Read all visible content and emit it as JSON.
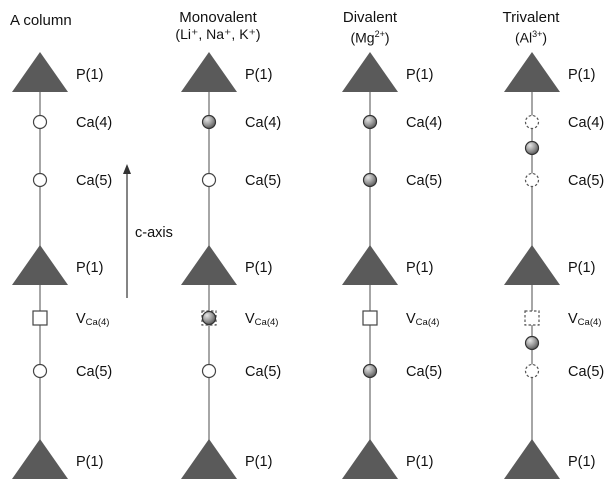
{
  "headers": {
    "a_column": "A column",
    "monovalent_title": "Monovalent",
    "monovalent_ions": "(Li⁺, Na⁺, K⁺)",
    "divalent_title": "Divalent",
    "divalent_ions_prefix": "(Mg",
    "divalent_ions_sup": "2+",
    "divalent_ions_suffix": ")",
    "trivalent_title": "Trivalent",
    "trivalent_ions_prefix": "(Al",
    "trivalent_ions_sup": "3+",
    "trivalent_ions_suffix": ")"
  },
  "axis_label": "c-axis",
  "site_labels": {
    "p1": "P(1)",
    "ca4": "Ca(4)",
    "ca5": "Ca(5)",
    "vacancy_main": "V",
    "vacancy_sub": "Ca(4)"
  },
  "colors": {
    "line": "#777777",
    "triangle": "#5a5a5a",
    "shaded_ion": "#8c8c8c",
    "open_site": "#ffffff"
  },
  "columns": [
    {
      "id": "a-column",
      "sites": [
        {
          "type": "phosphorus",
          "label_key": "p1"
        },
        {
          "type": "open-circle",
          "label_key": "ca4"
        },
        {
          "type": "open-circle",
          "label_key": "ca5"
        },
        {
          "type": "phosphorus",
          "label_key": "p1"
        },
        {
          "type": "vacancy-square",
          "label_key": "vacancy"
        },
        {
          "type": "open-circle",
          "label_key": "ca5"
        },
        {
          "type": "phosphorus",
          "label_key": "p1"
        }
      ]
    },
    {
      "id": "monovalent",
      "sites": [
        {
          "type": "phosphorus",
          "label_key": "p1"
        },
        {
          "type": "shaded-circle",
          "label_key": "ca4"
        },
        {
          "type": "open-circle",
          "label_key": "ca5"
        },
        {
          "type": "phosphorus",
          "label_key": "p1"
        },
        {
          "type": "shaded-in-dashed-square",
          "label_key": "vacancy"
        },
        {
          "type": "open-circle",
          "label_key": "ca5"
        },
        {
          "type": "phosphorus",
          "label_key": "p1"
        }
      ]
    },
    {
      "id": "divalent",
      "sites": [
        {
          "type": "phosphorus",
          "label_key": "p1"
        },
        {
          "type": "shaded-circle",
          "label_key": "ca4"
        },
        {
          "type": "shaded-circle",
          "label_key": "ca5"
        },
        {
          "type": "phosphorus",
          "label_key": "p1"
        },
        {
          "type": "vacancy-square",
          "label_key": "vacancy"
        },
        {
          "type": "shaded-circle",
          "label_key": "ca5"
        },
        {
          "type": "phosphorus",
          "label_key": "p1"
        }
      ]
    },
    {
      "id": "trivalent",
      "sites": [
        {
          "type": "phosphorus",
          "label_key": "p1"
        },
        {
          "type": "dashed-circle-with-shaded-between",
          "label_key": "ca4"
        },
        {
          "type": "dashed-circle",
          "label_key": "ca5"
        },
        {
          "type": "phosphorus",
          "label_key": "p1"
        },
        {
          "type": "dashed-square-with-shaded-between",
          "label_key": "vacancy"
        },
        {
          "type": "dashed-circle",
          "label_key": "ca5"
        },
        {
          "type": "phosphorus",
          "label_key": "p1"
        }
      ]
    }
  ]
}
